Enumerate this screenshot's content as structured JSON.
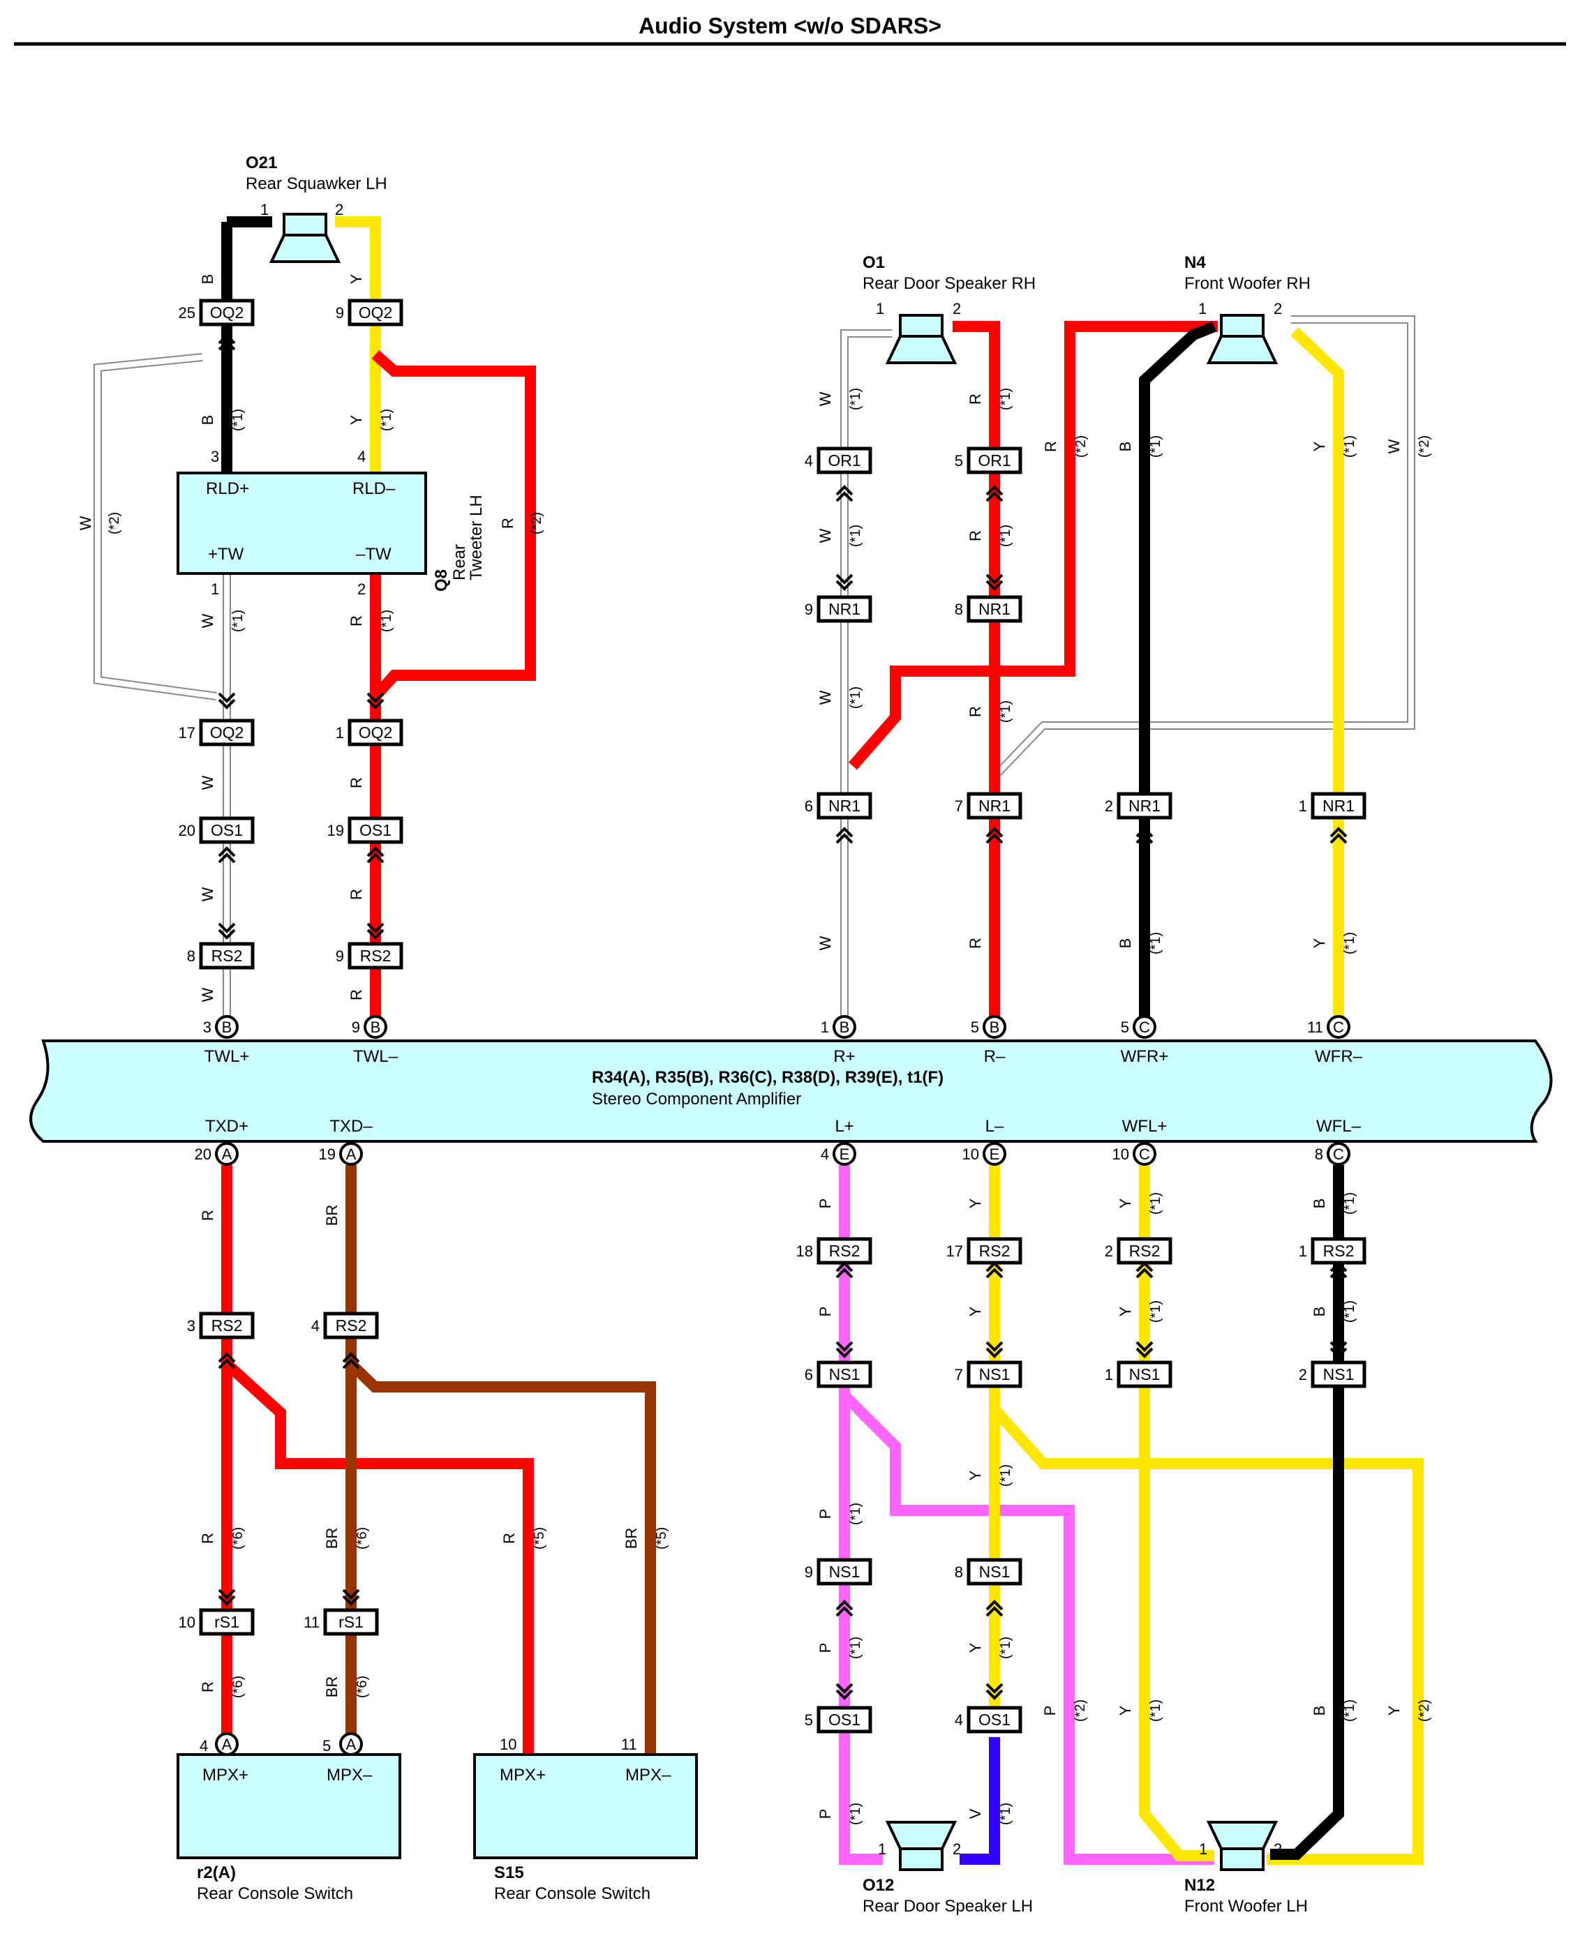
{
  "title": "Audio System <w/o SDARS>",
  "colors": {
    "W": "#ffffff",
    "B": "#000000",
    "R": "#ff0000",
    "Y": "#ffe600",
    "BR": "#993300",
    "P": "#ff66ff",
    "V": "#3300ff",
    "component_fill": "#ccffff",
    "wire_outline": "#888888"
  },
  "components": {
    "O21": {
      "code": "O21",
      "name": "Rear Squawker LH",
      "pin1": "1",
      "pin2": "2"
    },
    "O1": {
      "code": "O1",
      "name": "Rear Door Speaker RH",
      "pin1": "1",
      "pin2": "2"
    },
    "N4": {
      "code": "N4",
      "name": "Front Woofer RH",
      "pin1": "1",
      "pin2": "2"
    },
    "Q8": {
      "code": "Q8",
      "name_l1": "Rear",
      "name_l2": "Tweeter LH",
      "t_rld_p": "RLD+",
      "t_rld_m": "RLD–",
      "t_tw_p": "+TW",
      "t_tw_m": "–TW",
      "pin3": "3",
      "pin4": "4",
      "pin1": "1",
      "pin2": "2"
    },
    "AMP": {
      "code": "R34(A), R35(B), R36(C), R38(D), R39(E), t1(F)",
      "name": "Stereo Component Amplifier",
      "top": [
        "TWL+",
        "TWL–",
        "R+",
        "R–",
        "WFR+",
        "WFR–"
      ],
      "bottom": [
        "TXD+",
        "TXD–",
        "L+",
        "L–",
        "WFL+",
        "WFL–"
      ]
    },
    "r2": {
      "code": "r2(A)",
      "name": "Rear Console Switch",
      "t1": "MPX+",
      "t2": "MPX–",
      "pin_a": "4",
      "pin_b": "5"
    },
    "S15": {
      "code": "S15",
      "name": "Rear Console Switch",
      "t1": "MPX+",
      "t2": "MPX–",
      "pin_a": "10",
      "pin_b": "11"
    },
    "O12": {
      "code": "O12",
      "name": "Rear Door Speaker LH",
      "pin1": "1",
      "pin2": "2"
    },
    "N12": {
      "code": "N12",
      "name": "Front Woofer LH",
      "pin1": "1",
      "pin2": "2"
    }
  },
  "connectors": [
    {
      "label": "OQ2",
      "pin": "25"
    },
    {
      "label": "OQ2",
      "pin": "9"
    },
    {
      "label": "OQ2",
      "pin": "17"
    },
    {
      "label": "OQ2",
      "pin": "1"
    },
    {
      "label": "OS1",
      "pin": "20"
    },
    {
      "label": "OS1",
      "pin": "19"
    },
    {
      "label": "RS2",
      "pin": "8"
    },
    {
      "label": "RS2",
      "pin": "9"
    },
    {
      "label": "OR1",
      "pin": "4"
    },
    {
      "label": "OR1",
      "pin": "5"
    },
    {
      "label": "NR1",
      "pin": "9"
    },
    {
      "label": "NR1",
      "pin": "8"
    },
    {
      "label": "NR1",
      "pin": "6"
    },
    {
      "label": "NR1",
      "pin": "7"
    },
    {
      "label": "NR1",
      "pin": "2"
    },
    {
      "label": "NR1",
      "pin": "1"
    },
    {
      "label": "RS2",
      "pin": "18"
    },
    {
      "label": "RS2",
      "pin": "17"
    },
    {
      "label": "RS2",
      "pin": "2"
    },
    {
      "label": "RS2",
      "pin": "1"
    },
    {
      "label": "NS1",
      "pin": "6"
    },
    {
      "label": "NS1",
      "pin": "7"
    },
    {
      "label": "NS1",
      "pin": "1"
    },
    {
      "label": "NS1",
      "pin": "2"
    },
    {
      "label": "RS2",
      "pin": "3"
    },
    {
      "label": "RS2",
      "pin": "4"
    },
    {
      "label": "rS1",
      "pin": "10"
    },
    {
      "label": "rS1",
      "pin": "11"
    },
    {
      "label": "NS1",
      "pin": "9"
    },
    {
      "label": "NS1",
      "pin": "8"
    },
    {
      "label": "OS1",
      "pin": "5"
    },
    {
      "label": "OS1",
      "pin": "4"
    }
  ],
  "amp_pins_top": [
    {
      "pin": "3",
      "conn": "B"
    },
    {
      "pin": "9",
      "conn": "B"
    },
    {
      "pin": "1",
      "conn": "B"
    },
    {
      "pin": "5",
      "conn": "B"
    },
    {
      "pin": "5",
      "conn": "C"
    },
    {
      "pin": "11",
      "conn": "C"
    }
  ],
  "amp_pins_bottom": [
    {
      "pin": "20",
      "conn": "A"
    },
    {
      "pin": "19",
      "conn": "A"
    },
    {
      "pin": "4",
      "conn": "E"
    },
    {
      "pin": "10",
      "conn": "E"
    },
    {
      "pin": "10",
      "conn": "C"
    },
    {
      "pin": "8",
      "conn": "C"
    }
  ],
  "switch_pins": [
    {
      "pin": "4",
      "conn": "A"
    },
    {
      "pin": "5",
      "conn": "A"
    }
  ],
  "wire_labels": {
    "B": "B",
    "Y": "Y",
    "W": "W",
    "R": "R",
    "BR": "BR",
    "P": "P",
    "V": "V",
    "n1": "(*1)",
    "n2": "(*2)",
    "n5": "(*5)",
    "n6": "(*6)"
  }
}
